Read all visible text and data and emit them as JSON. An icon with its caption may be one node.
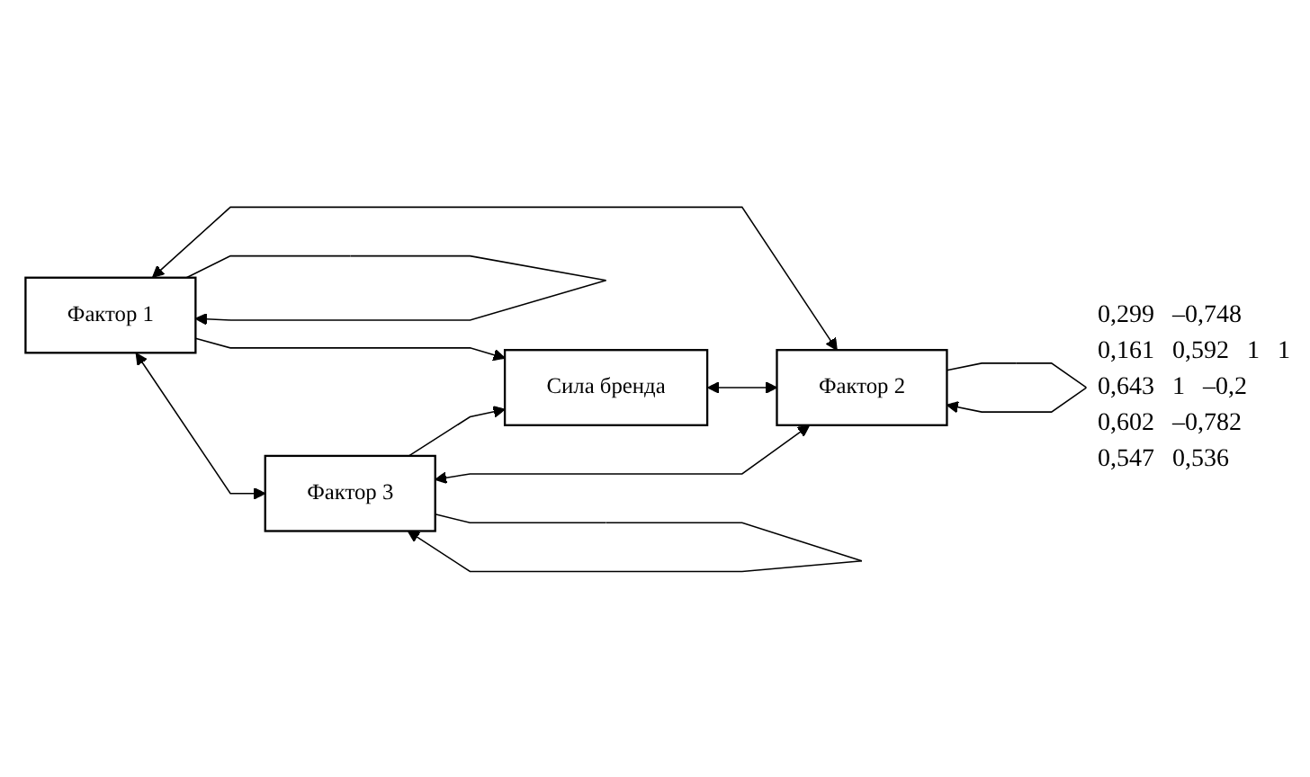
{
  "diagram": {
    "nodes": [
      {
        "text": [
          "Фактор 1"
        ]
      },
      {
        "text": [
          "Сила бренда"
        ]
      },
      {
        "text": [
          "Фактор 2"
        ]
      },
      {
        "text": [
          "Фактор 3"
        ]
      }
    ],
    "edges": [
      {
        "from": 0,
        "to": 0,
        "arrow": "to"
      },
      {
        "from": 0,
        "to": 3,
        "arrow": "both"
      },
      {
        "from": 0,
        "to": 1,
        "arrow": "to"
      },
      {
        "from": 0,
        "to": 2,
        "arrow": "both"
      },
      {
        "from": 3,
        "to": 1,
        "arrow": "to"
      },
      {
        "from": 1,
        "to": 2,
        "arrow": "both"
      },
      {
        "from": 2,
        "to": 3,
        "arrow": "both"
      },
      {
        "from": 3,
        "to": 3,
        "arrow": "to"
      },
      {
        "from": 2,
        "to": 2,
        "arrow": "to"
      }
    ],
    "labels": [
      "0,299",
      "–0,748",
      "0,161",
      "0,592",
      "1",
      "1",
      "0,643",
      "1",
      "–0,2",
      "0,602",
      "–0,782",
      "0,547",
      "0,536"
    ]
  }
}
